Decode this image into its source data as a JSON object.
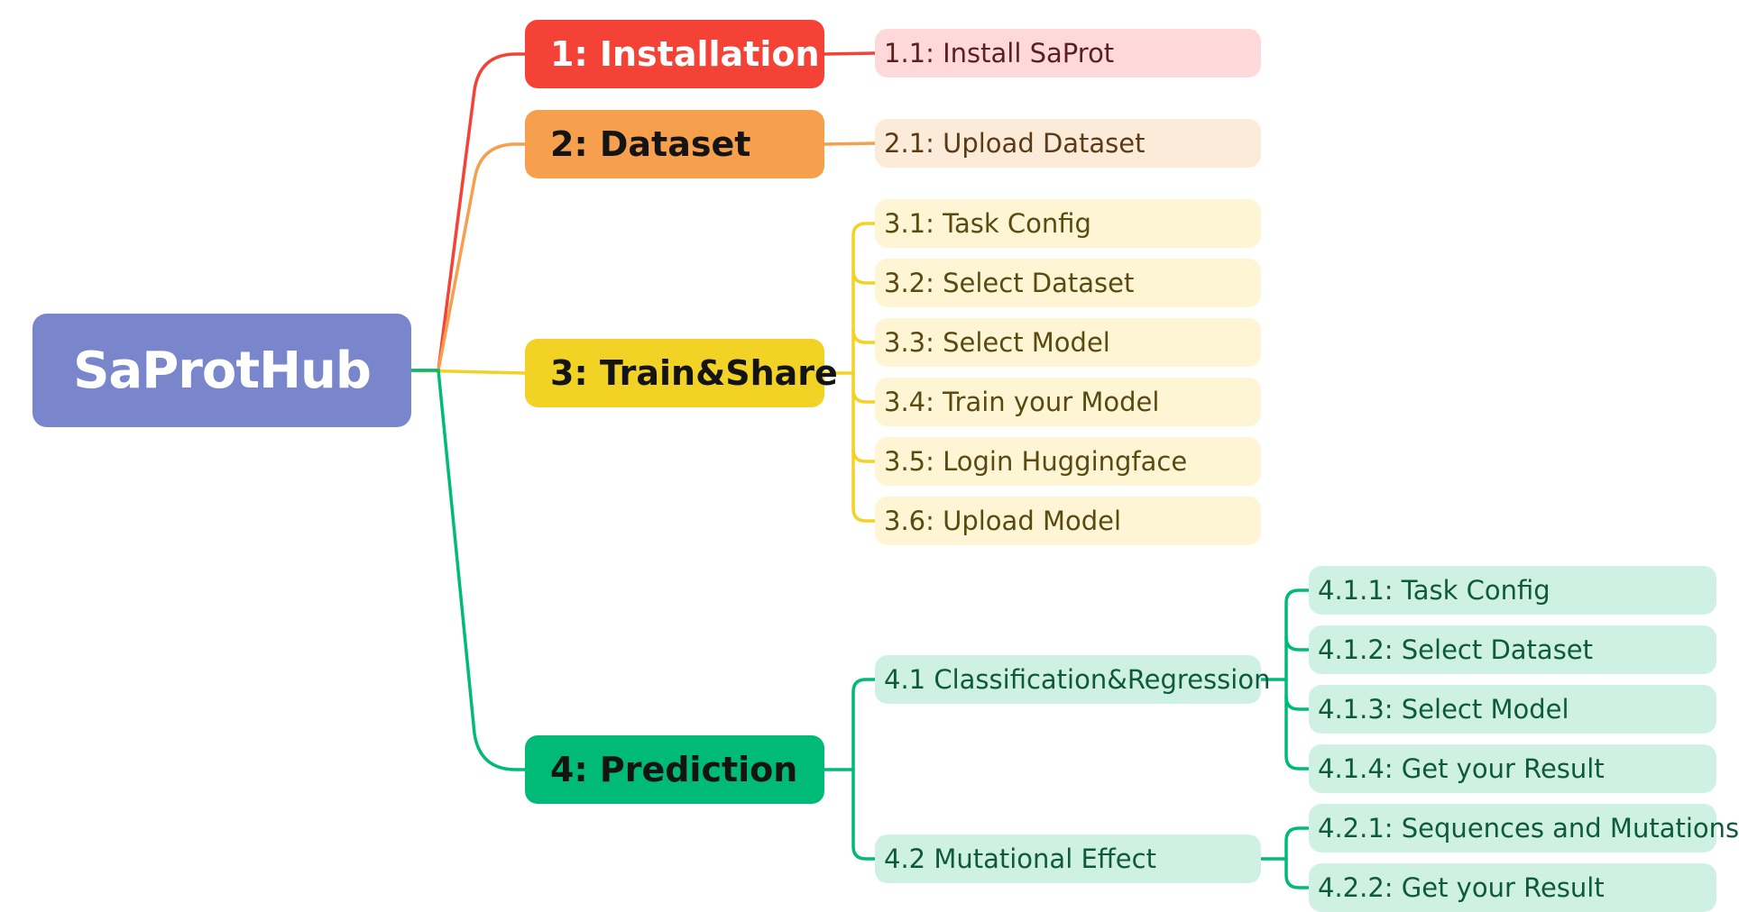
{
  "root": {
    "label": "SaProtHub",
    "color": "#7986CB"
  },
  "branches": [
    {
      "id": "installation",
      "label": "1: Installation",
      "color": "#F44236",
      "text_color": "#FFFFFF",
      "children": [
        {
          "label": "1.1: Install SaProt",
          "fill": "#FFD9D9",
          "text_color": "#5A1F1F"
        }
      ]
    },
    {
      "id": "dataset",
      "label": "2: Dataset",
      "color": "#F6A04D",
      "text_color": "#141414",
      "children": [
        {
          "label": "2.1: Upload Dataset",
          "fill": "#FDEBDA",
          "text_color": "#5C3A16"
        }
      ]
    },
    {
      "id": "train-share",
      "label": "3: Train&Share",
      "color": "#F2D225",
      "text_color": "#141414",
      "children": [
        {
          "label": "3.1: Task Config",
          "fill": "#FDF5D3",
          "text_color": "#5A4A12"
        },
        {
          "label": "3.2: Select Dataset",
          "fill": "#FDF5D3",
          "text_color": "#5A4A12"
        },
        {
          "label": "3.3: Select Model",
          "fill": "#FDF5D3",
          "text_color": "#5A4A12"
        },
        {
          "label": "3.4: Train your Model",
          "fill": "#FDF5D3",
          "text_color": "#5A4A12"
        },
        {
          "label": "3.5: Login Huggingface",
          "fill": "#FDF5D3",
          "text_color": "#5A4A12"
        },
        {
          "label": "3.6: Upload Model",
          "fill": "#FDF5D3",
          "text_color": "#5A4A12"
        }
      ]
    },
    {
      "id": "prediction",
      "label": "4: Prediction",
      "color": "#00BA77",
      "text_color": "#141414",
      "children": [
        {
          "label": "4.1 Classification&Regression",
          "fill": "#CFF1E4",
          "text_color": "#0E5A3D",
          "children": [
            {
              "label": "4.1.1: Task Config"
            },
            {
              "label": "4.1.2: Select Dataset"
            },
            {
              "label": "4.1.3: Select Model"
            },
            {
              "label": "4.1.4: Get your Result"
            }
          ]
        },
        {
          "label": "4.2 Mutational Effect",
          "fill": "#CFF1E4",
          "text_color": "#0E5A3D",
          "children": [
            {
              "label": "4.2.1: Sequences and Mutations"
            },
            {
              "label": "4.2.2: Get your Result"
            }
          ]
        }
      ]
    }
  ]
}
